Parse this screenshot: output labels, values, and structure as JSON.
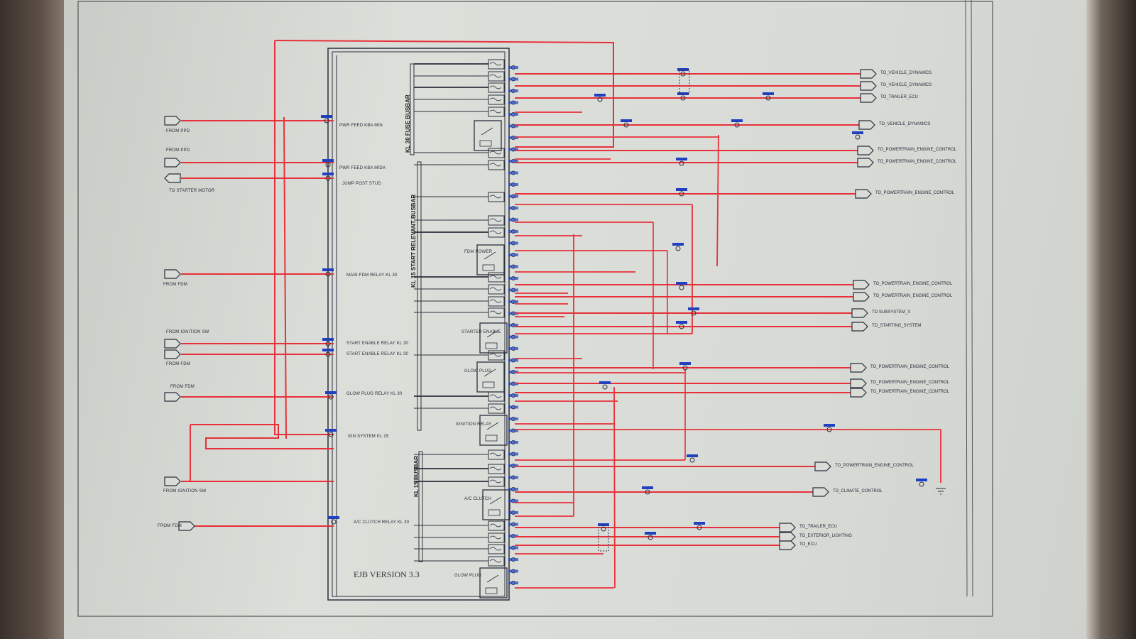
{
  "diagram": {
    "title": "EJB VERSION 3.3",
    "busbars": [
      "KL 30 FUSE BUSBAR",
      "KL 15 START RELEVANT BUSBAR",
      "KL 15 BUSBAR"
    ],
    "left_connectors": [
      {
        "label": "FROM PPD"
      },
      {
        "label": "FROM PPD"
      },
      {
        "label": "TO STARTER MOTOR"
      },
      {
        "label": "FROM FDM"
      },
      {
        "label": "FROM IGNITION SW"
      },
      {
        "label": "FROM FDM"
      },
      {
        "label": "FROM FDM"
      },
      {
        "label": "FROM IGNITION SW"
      },
      {
        "label": "FROM FDM"
      }
    ],
    "internal_labels": [
      "PWR FEED KBA MIN",
      "PWR FEED KBA MIDA",
      "JUMP POST STUD",
      "MAIN FDM RELAY KL 30",
      "START ENABLE RELAY KL 30",
      "START ENABLE RELAY KL 30",
      "GLOW PLUG RELAY KL 30",
      "IGN SYSTEM KL 15",
      "A/C CLUTCH RELAY KL 30"
    ],
    "right_connectors": [
      {
        "label": "TO_VEHICLE_DYNAMICS"
      },
      {
        "label": "TO_VEHICLE_DYNAMICS"
      },
      {
        "label": "TO_TRAILER_ECU"
      },
      {
        "label": "TO_VEHICLE_DYNAMICS"
      },
      {
        "label": "TO_POWERTRAIN_ENGINE_CONTROL"
      },
      {
        "label": "TO_POWERTRAIN_ENGINE_CONTROL"
      },
      {
        "label": "TO_POWERTRAIN_ENGINE_CONTROL"
      },
      {
        "label": "TO_POWERTRAIN_ENGINE_CONTROL"
      },
      {
        "label": "TO_POWERTRAIN_ENGINE_CONTROL"
      },
      {
        "label": "TO SUBSYSTEM_X"
      },
      {
        "label": "TO_STARTING_SYSTEM"
      },
      {
        "label": "TO_POWERTRAIN_ENGINE_CONTROL"
      },
      {
        "label": "TO_POWERTRAIN_ENGINE_CONTROL"
      },
      {
        "label": "TO_POWERTRAIN_ENGINE_CONTROL"
      },
      {
        "label": "TO_POWERTRAIN_ENGINE_CONTROL"
      },
      {
        "label": "TO_CLIMATE_CONTROL"
      },
      {
        "label": "TO_TRAILER_ECU"
      },
      {
        "label": "TO_EXTERIOR_LIGHTING"
      },
      {
        "label": "TO_ECU"
      }
    ],
    "relay_labels": [
      "FDM POWER",
      "STARTER ENABLE",
      "GLOW PLUG",
      "IGNITION RELAY",
      "A/C CLUTCH",
      "GLOW PLUG"
    ]
  },
  "colors": {
    "wire": "#e8303a",
    "frame": "#2b2f3c",
    "splice": "#2040c0",
    "screen": "#d9dcd7"
  }
}
